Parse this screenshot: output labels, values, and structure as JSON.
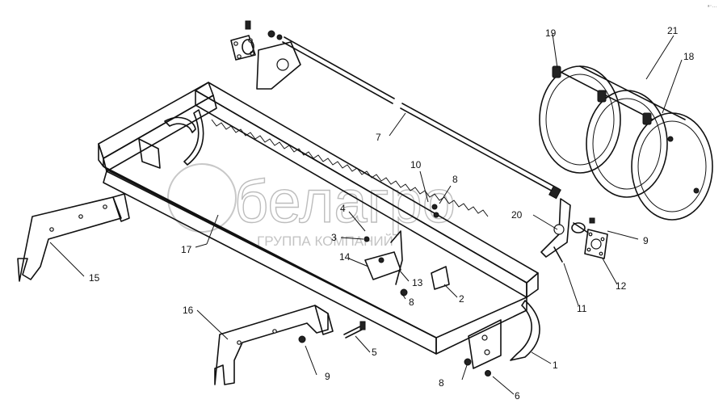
{
  "watermark": {
    "brand": "белагро",
    "subtitle": "ГРУППА КОМПАНИЙ"
  },
  "corner_mark": "ᵃ⁻···",
  "callouts": [
    {
      "id": "c1",
      "label": "1"
    },
    {
      "id": "c2",
      "label": "2"
    },
    {
      "id": "c3",
      "label": "3"
    },
    {
      "id": "c4",
      "label": "4"
    },
    {
      "id": "c5",
      "label": "5"
    },
    {
      "id": "c6",
      "label": "6"
    },
    {
      "id": "c7",
      "label": "7"
    },
    {
      "id": "c8a",
      "label": "8"
    },
    {
      "id": "c8b",
      "label": "8"
    },
    {
      "id": "c8c",
      "label": "8"
    },
    {
      "id": "c9a",
      "label": "9"
    },
    {
      "id": "c9b",
      "label": "9"
    },
    {
      "id": "c10",
      "label": "10"
    },
    {
      "id": "c11",
      "label": "11"
    },
    {
      "id": "c12",
      "label": "12"
    },
    {
      "id": "c13",
      "label": "13"
    },
    {
      "id": "c14",
      "label": "14"
    },
    {
      "id": "c15",
      "label": "15"
    },
    {
      "id": "c16",
      "label": "16"
    },
    {
      "id": "c17",
      "label": "17"
    },
    {
      "id": "c18",
      "label": "18"
    },
    {
      "id": "c19",
      "label": "19"
    },
    {
      "id": "c20",
      "label": "20"
    },
    {
      "id": "c21",
      "label": "21"
    }
  ]
}
